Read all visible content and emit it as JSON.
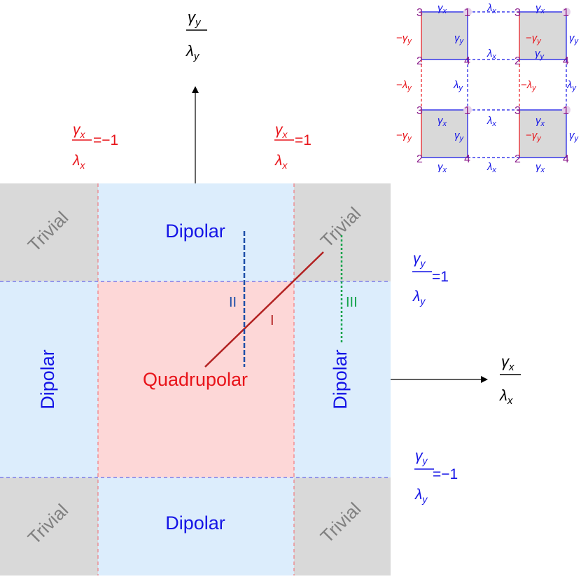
{
  "colors": {
    "trivial_fill": "#d9d9d9",
    "dipolar_fill": "#dcedfc",
    "quadrupolar_fill": "#fdd7d7",
    "red": "#e8141a",
    "blue": "#1414e6",
    "gray_text": "#808080",
    "purple": "#8a1a8a",
    "path_I": "#b22222",
    "path_II": "#1e4fa8",
    "path_III": "#13a34a"
  },
  "phases": {
    "trivial": "Trivial",
    "dipolar": "Dipolar",
    "quadrupolar": "Quadrupolar"
  },
  "paths": {
    "I": "I",
    "II": "II",
    "III": "III"
  },
  "axes": {
    "y_num": "γ",
    "y_num_sub": "y",
    "y_den": "λ",
    "y_den_sub": "y",
    "x_num": "γ",
    "x_num_sub": "x",
    "x_den": "λ",
    "x_den_sub": "x"
  },
  "boundaries": {
    "gx_neg": "=−1",
    "gx_pos": "=1",
    "gy_pos": "=1",
    "gy_neg": "=−1"
  },
  "lattice": {
    "site_labels": [
      "3",
      "1",
      "2",
      "4"
    ],
    "gamma": "γ",
    "lambda": "λ",
    "minus": "−",
    "sub_x": "x",
    "sub_y": "y"
  }
}
